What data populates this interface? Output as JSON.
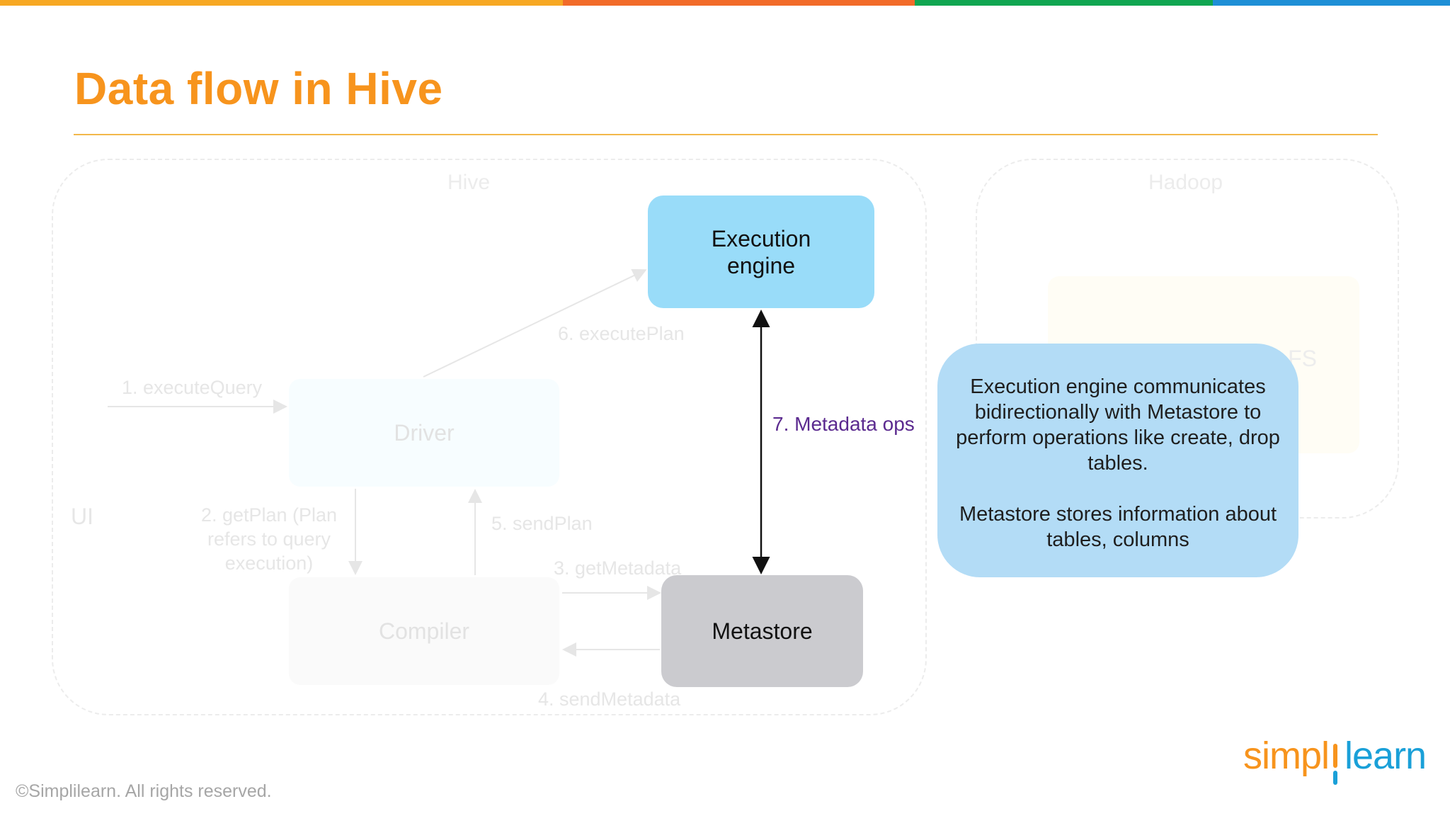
{
  "slide": {
    "title": "Data flow in Hive",
    "copyright": "©Simplilearn. All rights reserved.",
    "logo": {
      "part1": "simpl",
      "part2": "learn"
    },
    "top_bar_colors": [
      "#f7a823",
      "#f26b29",
      "#10a651",
      "#1e8fd6"
    ]
  },
  "diagram": {
    "groups": {
      "hive": "Hive",
      "hadoop": "Hadoop"
    },
    "faded_nodes": {
      "ui": "UI",
      "driver": "Driver",
      "compiler": "Compiler",
      "hdfs_partial": "FS"
    },
    "faded_edges": {
      "execute_query": "1. executeQuery",
      "get_plan": "2. getPlan (Plan refers to query execution)",
      "get_metadata": "3. getMetadata",
      "send_metadata": "4. sendMetadata",
      "send_plan": "5. sendPlan",
      "execute_plan": "6. executePlan"
    },
    "highlighted_nodes": {
      "execution_engine": "Execution engine",
      "metastore": "Metastore"
    },
    "highlighted_edge": "7. Metadata ops",
    "callout": {
      "para1": "Execution engine communicates bidirectionally with Metastore to perform operations like create, drop tables.",
      "para2": "Metastore stores information about tables, columns"
    }
  }
}
